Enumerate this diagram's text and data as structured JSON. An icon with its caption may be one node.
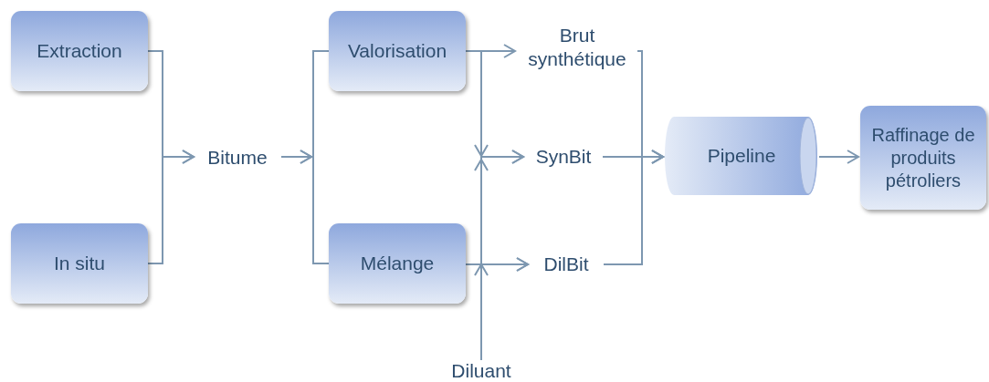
{
  "diagram": {
    "nodes": [
      {
        "text": [
          "Extraction"
        ]
      },
      {
        "text": [
          "In situ"
        ]
      },
      {
        "text": [
          "Bitume"
        ]
      },
      {
        "text": [
          "Valorisation"
        ]
      },
      {
        "text": [
          "Mélange"
        ]
      },
      {
        "text": [
          "Brut synthétique"
        ]
      },
      {
        "text": [
          "SynBit"
        ]
      },
      {
        "text": [
          "DilBit"
        ]
      },
      {
        "text": [
          "Diluant"
        ]
      },
      {
        "text": [
          "Pipeline"
        ]
      },
      {
        "text": [
          "Raffinage de produits pétroliers"
        ]
      }
    ],
    "edges": [
      {
        "from": 0,
        "to": 2,
        "arrow": "to"
      },
      {
        "from": 1,
        "to": 2,
        "arrow": "to"
      },
      {
        "from": 2,
        "to": 3,
        "arrow": "to"
      },
      {
        "from": 2,
        "to": 4,
        "arrow": "to"
      },
      {
        "from": 3,
        "to": 5,
        "arrow": "to"
      },
      {
        "from": 3,
        "to": 6,
        "arrow": "to"
      },
      {
        "from": 8,
        "to": 6,
        "arrow": "to"
      },
      {
        "from": 4,
        "to": 7,
        "arrow": "to"
      },
      {
        "from": 8,
        "to": 7,
        "arrow": "to"
      },
      {
        "from": 5,
        "to": 9,
        "arrow": "to"
      },
      {
        "from": 6,
        "to": 9,
        "arrow": "to"
      },
      {
        "from": 7,
        "to": 9,
        "arrow": "to"
      },
      {
        "from": 9,
        "to": 10,
        "arrow": "to"
      }
    ]
  }
}
